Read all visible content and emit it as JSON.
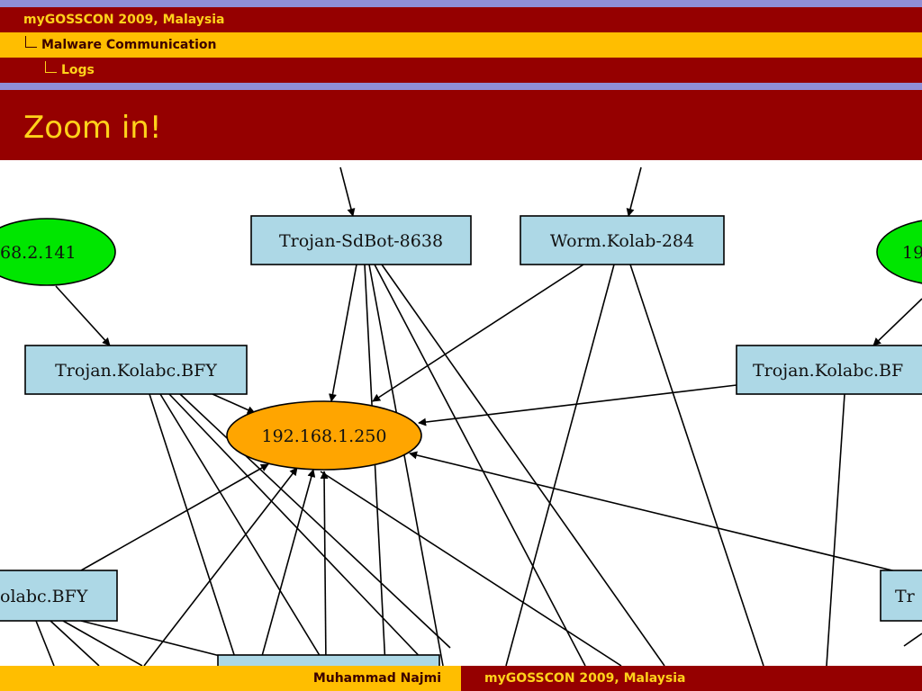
{
  "header": {
    "section": "myGOSSCON 2009, Malaysia",
    "subsection": "Malware Communication",
    "subsubsection": "Logs"
  },
  "frame": {
    "title": "Zoom in!"
  },
  "graph": {
    "nodes": {
      "ip_141": "68.2.141",
      "ip_right": "19",
      "sdbot": "Trojan-SdBot-8638",
      "worm": "Worm.Kolab-284",
      "kolabc_left": "Trojan.Kolabc.BFY",
      "kolabc_right": "Trojan.Kolabc.BF",
      "ip_250": "192.168.1.250",
      "kolabc_lower_left": "olabc.BFY",
      "lower_right": "Tr"
    },
    "colors": {
      "ip_node": "#00e600",
      "target_node": "#ffa500",
      "malware_box": "#add8e6",
      "edge": "#000000"
    }
  },
  "footer": {
    "author": "Muhammad Najmi",
    "event": "myGOSSCON 2009, Malaysia"
  }
}
